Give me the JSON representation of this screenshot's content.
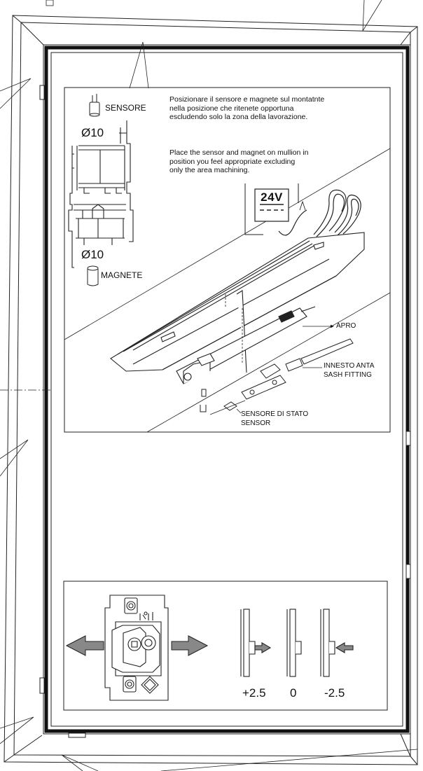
{
  "instructions": {
    "italian": "Posizionare il sensore e magnete sul montatnte nella posizione che ritenete opportuna  escludendo solo la zona della lavorazione.",
    "english": "Place the sensor and magnet on mullion in position you feel appropriate excluding only the area machining."
  },
  "profile": {
    "sensor_label": "SENSORE",
    "magnet_label": "MAGNETE",
    "hole_top": "Ø10",
    "hole_bottom": "Ø10"
  },
  "assembly": {
    "voltage": "24V",
    "apro_label": "APRO",
    "fitting_label_it": "INNESTO ANTA",
    "fitting_label_en": "SASH FITTING",
    "status_sensor_it": "SENSORE DI STATO",
    "status_sensor_en": "SENSOR"
  },
  "adjustment": {
    "values": [
      "+2.5",
      "0",
      "-2.5"
    ]
  }
}
